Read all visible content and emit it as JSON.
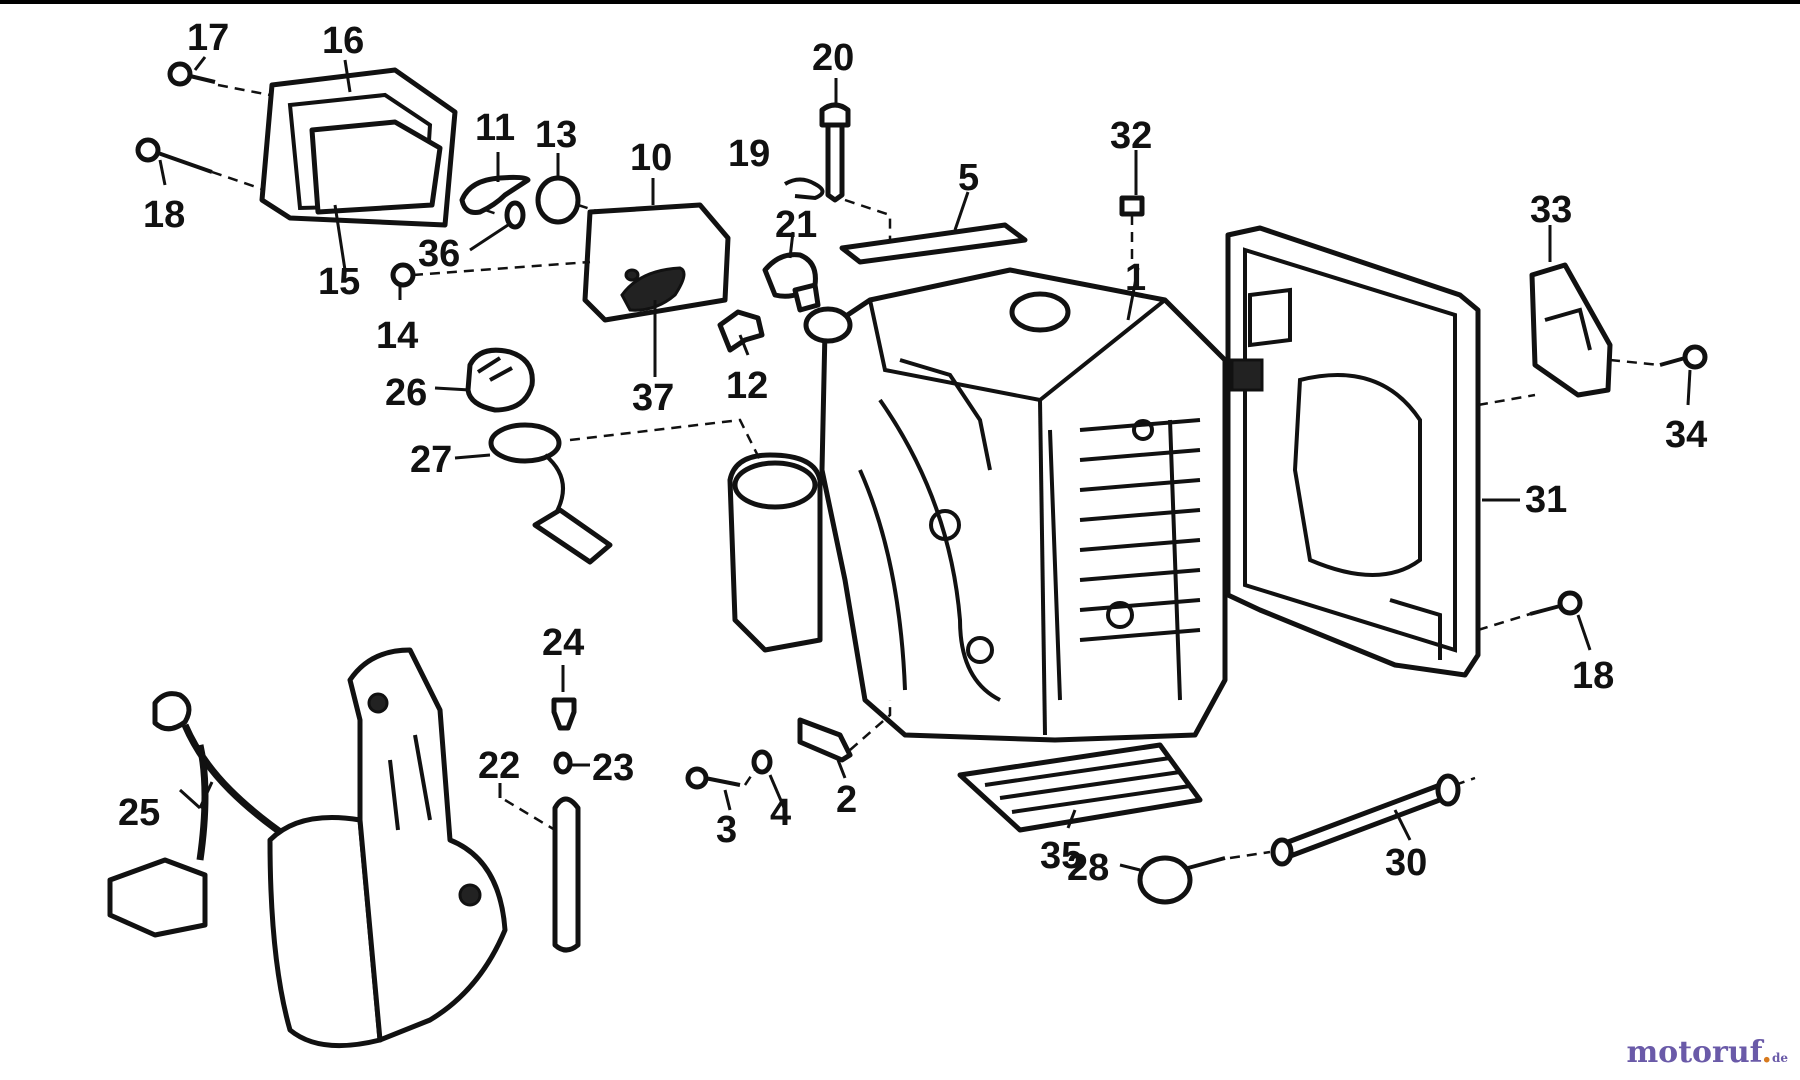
{
  "watermark": {
    "brand": "motoruf",
    "dot": ".",
    "tld": "de"
  },
  "callouts": [
    "1",
    "2",
    "3",
    "4",
    "5",
    "10",
    "11",
    "12",
    "13",
    "14",
    "15",
    "16",
    "17",
    "18",
    "18",
    "19",
    "20",
    "21",
    "22",
    "23",
    "24",
    "25",
    "26",
    "27",
    "28",
    "30",
    "31",
    "32",
    "33",
    "34",
    "35",
    "36",
    "37"
  ]
}
